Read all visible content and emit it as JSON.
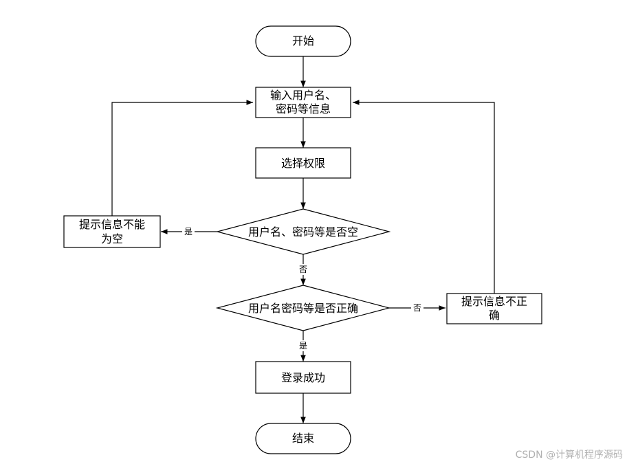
{
  "flowchart": {
    "nodes": {
      "start": "开始",
      "input_line1": "输入用户名、",
      "input_line2": "密码等信息",
      "select_permission": "选择权限",
      "check_empty": "用户名、密码等是否空",
      "prompt_empty_line1": "提示信息不能",
      "prompt_empty_line2": "为空",
      "check_correct": "用户名密码等是否正确",
      "prompt_wrong_line1": "提示信息不正",
      "prompt_wrong_line2": "确",
      "login_success": "登录成功",
      "end": "结束"
    },
    "edge_labels": {
      "empty_yes": "是",
      "empty_no": "否",
      "correct_no": "否",
      "correct_yes": "是"
    }
  },
  "watermark": "CSDN @计算机程序源码",
  "colors": {
    "stroke": "#000000",
    "fill": "#ffffff",
    "watermark": "#b0b0b0"
  }
}
